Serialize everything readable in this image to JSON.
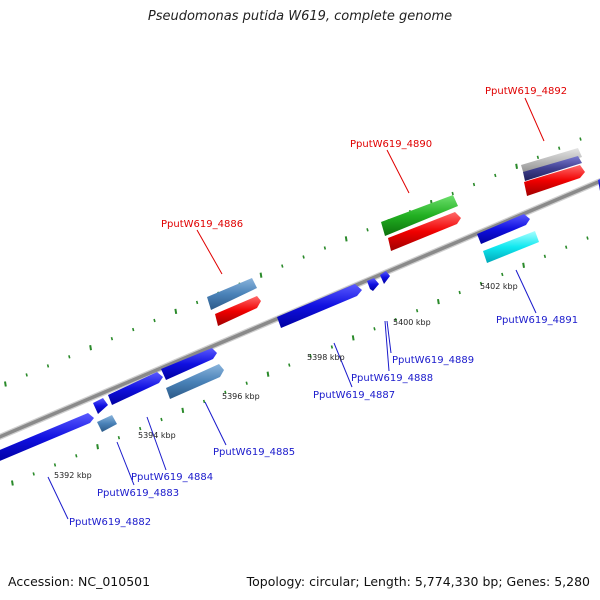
{
  "title": "Pseudomonas putida W619, complete genome",
  "footer": {
    "accession": "Accession: NC_010501",
    "summary": "Topology: circular; Length: 5,774,330 bp; Genes: 5,280"
  },
  "colors": {
    "backbone": "#999999",
    "upper_label": "#e00000",
    "lower_label": "#1a1acc",
    "ticks": "#2a8a2a"
  },
  "scale_labels": [
    "5392 kbp",
    "5394 kbp",
    "5396 kbp",
    "5398 kbp",
    "5400 kbp",
    "5402 kbp"
  ],
  "gene_labels_upper": [
    "PputW619_4886",
    "PputW619_4890",
    "PputW619_4892"
  ],
  "gene_labels_lower": [
    "PputW619_4882",
    "PputW619_4883",
    "PputW619_4884",
    "PputW619_4885",
    "PputW619_4887",
    "PputW619_4888",
    "PputW619_4889",
    "PputW619_4891"
  ]
}
